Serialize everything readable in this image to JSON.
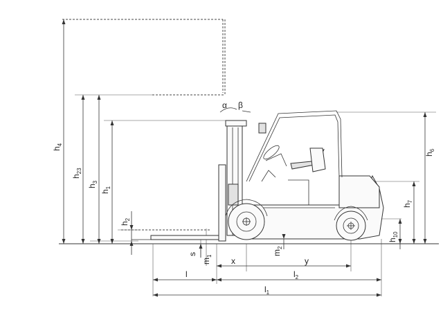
{
  "labels": {
    "h4": {
      "base": "h",
      "sub": "4"
    },
    "h23": {
      "base": "h",
      "sub": "23"
    },
    "h3": {
      "base": "h",
      "sub": "3"
    },
    "h1": {
      "base": "h",
      "sub": "1"
    },
    "h2": {
      "base": "h",
      "sub": "2"
    },
    "h6": {
      "base": "h",
      "sub": "6"
    },
    "h7": {
      "base": "h",
      "sub": "7"
    },
    "h10": {
      "base": "h",
      "sub": "10"
    },
    "s": {
      "base": "s",
      "sub": ""
    },
    "m1": {
      "base": "m",
      "sub": "1"
    },
    "m2": {
      "base": "m",
      "sub": "2"
    },
    "x": {
      "base": "x",
      "sub": ""
    },
    "y": {
      "base": "y",
      "sub": ""
    },
    "l": {
      "base": "l",
      "sub": ""
    },
    "l2": {
      "base": "l",
      "sub": "2"
    },
    "l1": {
      "base": "l",
      "sub": "1"
    },
    "alpha": {
      "base": "α",
      "sub": ""
    },
    "beta": {
      "base": "β",
      "sub": ""
    }
  },
  "colors": {
    "line": "#333333",
    "background": "#ffffff"
  }
}
